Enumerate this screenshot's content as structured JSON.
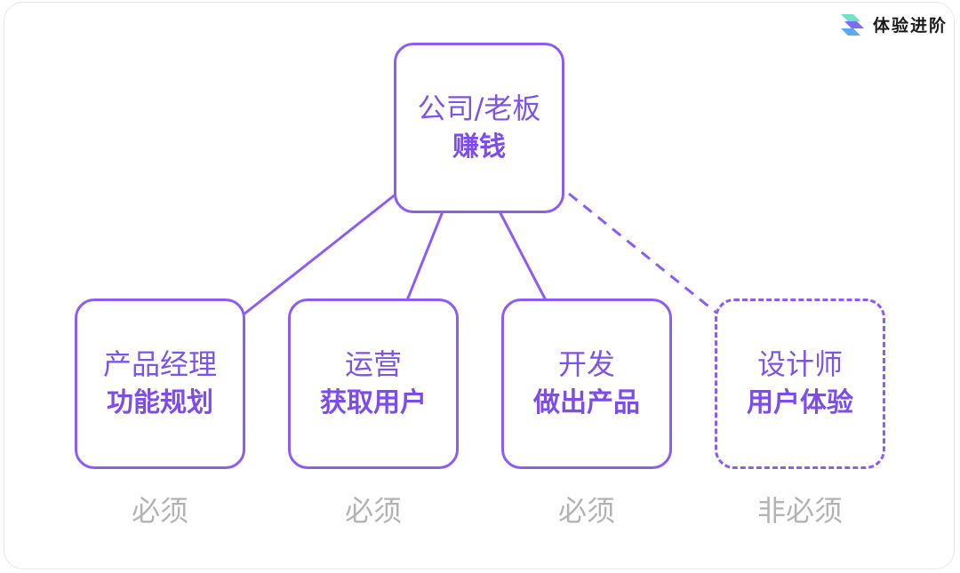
{
  "brand": {
    "name": "体验进阶"
  },
  "colors": {
    "accent": "#8b5cf6",
    "accent_text": "#7c4dea",
    "muted_text": "#b3b3b3",
    "frame_border": "#e6e6e6"
  },
  "diagram": {
    "top": {
      "role": "公司/老板",
      "goal": "赚钱"
    },
    "children": [
      {
        "role": "产品经理",
        "goal": "功能规划",
        "requirement": "必须",
        "line": "solid"
      },
      {
        "role": "运营",
        "goal": "获取用户",
        "requirement": "必须",
        "line": "solid"
      },
      {
        "role": "开发",
        "goal": "做出产品",
        "requirement": "必须",
        "line": "solid"
      },
      {
        "role": "设计师",
        "goal": "用户体验",
        "requirement": "非必须",
        "line": "dashed"
      }
    ]
  }
}
